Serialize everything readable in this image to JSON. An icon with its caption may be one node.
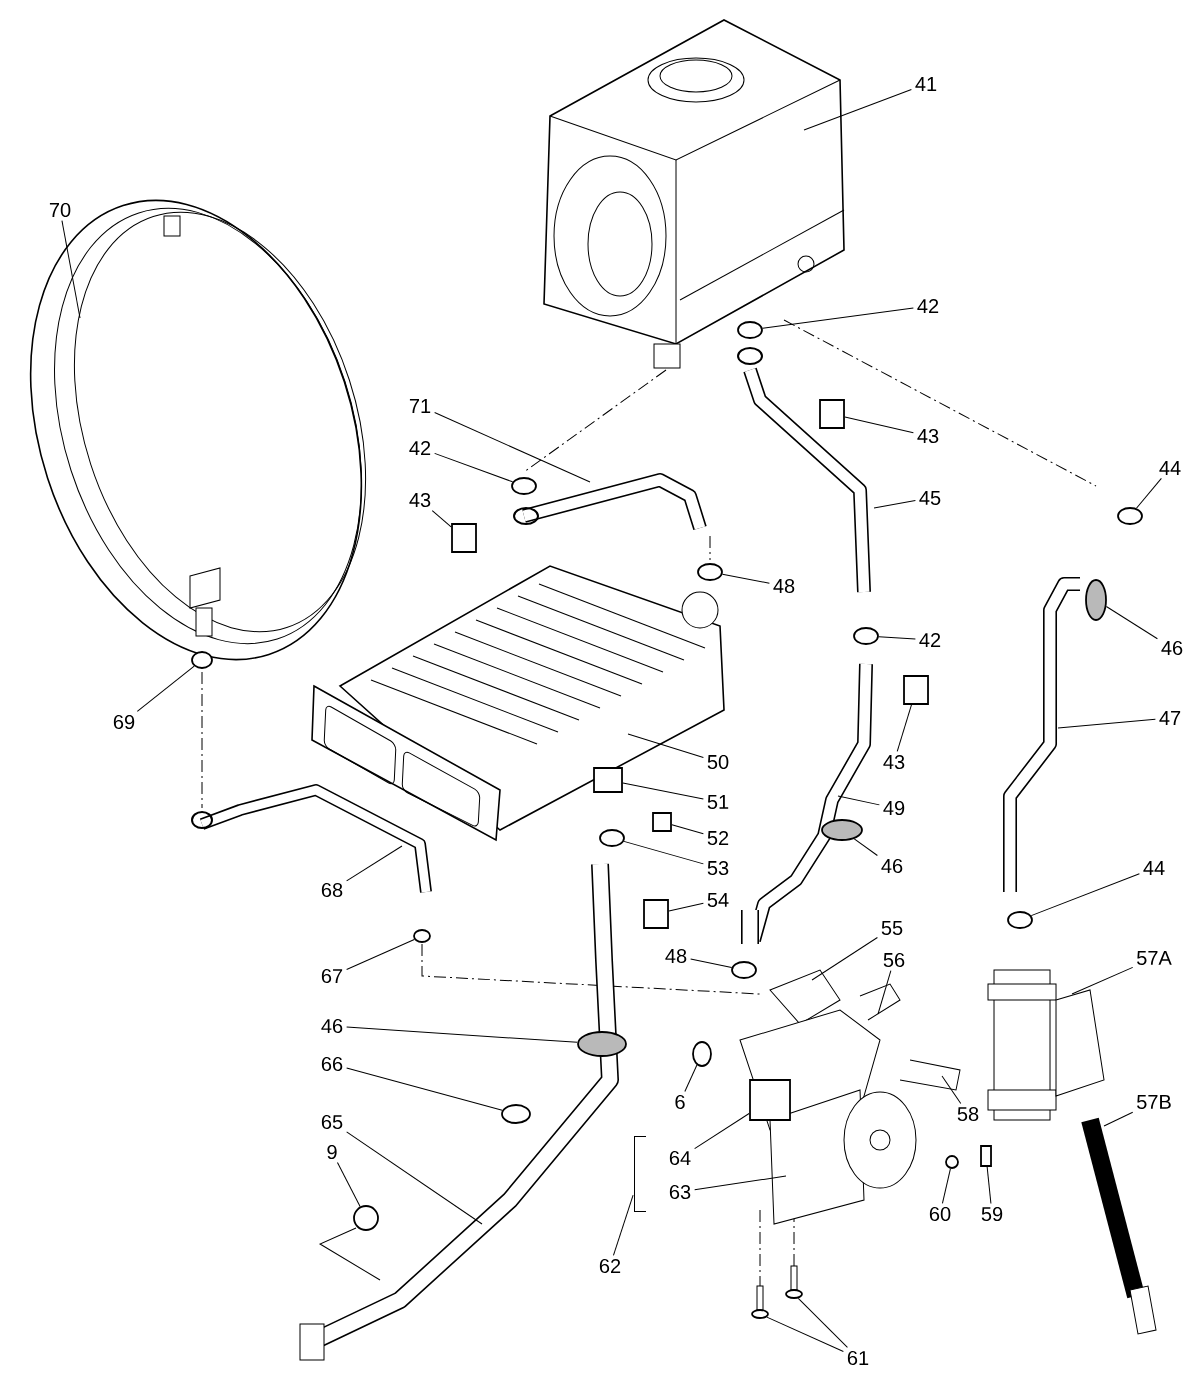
{
  "diagram": {
    "nodes": [
      {
        "text": [
          "41"
        ]
      },
      {
        "text": [
          "70"
        ]
      },
      {
        "text": [
          "42"
        ]
      },
      {
        "text": [
          "71"
        ]
      },
      {
        "text": [
          "43"
        ]
      },
      {
        "text": [
          "42"
        ]
      },
      {
        "text": [
          "44"
        ]
      },
      {
        "text": [
          "45"
        ]
      },
      {
        "text": [
          "43"
        ]
      },
      {
        "text": [
          "48"
        ]
      },
      {
        "text": [
          "42"
        ]
      },
      {
        "text": [
          "46"
        ]
      },
      {
        "text": [
          "69"
        ]
      },
      {
        "text": [
          "47"
        ]
      },
      {
        "text": [
          "50"
        ]
      },
      {
        "text": [
          "43"
        ]
      },
      {
        "text": [
          "51"
        ]
      },
      {
        "text": [
          "49"
        ]
      },
      {
        "text": [
          "52"
        ]
      },
      {
        "text": [
          "53"
        ]
      },
      {
        "text": [
          "46"
        ]
      },
      {
        "text": [
          "44"
        ]
      },
      {
        "text": [
          "68"
        ]
      },
      {
        "text": [
          "54"
        ]
      },
      {
        "text": [
          "55"
        ]
      },
      {
        "text": [
          "57A"
        ]
      },
      {
        "text": [
          "48"
        ]
      },
      {
        "text": [
          "56"
        ]
      },
      {
        "text": [
          "67"
        ]
      },
      {
        "text": [
          "46"
        ]
      },
      {
        "text": [
          "66"
        ]
      },
      {
        "text": [
          "6"
        ]
      },
      {
        "text": [
          "57B"
        ]
      },
      {
        "text": [
          "58"
        ]
      },
      {
        "text": [
          "65"
        ]
      },
      {
        "text": [
          "9"
        ]
      },
      {
        "text": [
          "64"
        ]
      },
      {
        "text": [
          "63"
        ]
      },
      {
        "text": [
          "60"
        ]
      },
      {
        "text": [
          "59"
        ]
      },
      {
        "text": [
          "62"
        ]
      },
      {
        "text": [
          "61"
        ]
      },
      {
        "text": [],
        "shape": "circle"
      },
      {
        "text": [],
        "shape": "box"
      },
      {
        "text": [],
        "shape": "circle"
      },
      {
        "text": [],
        "shape": "circle"
      },
      {
        "text": [],
        "shape": "box"
      },
      {
        "text": [],
        "shape": "circle"
      },
      {
        "text": [],
        "shape": "circle"
      },
      {
        "text": [],
        "shape": "circle"
      },
      {
        "text": [],
        "shape": "circle"
      },
      {
        "text": [],
        "shape": "box"
      },
      {
        "text": [],
        "shape": "box"
      },
      {
        "text": [],
        "shape": "box"
      },
      {
        "text": [],
        "shape": "circle"
      },
      {
        "text": [],
        "shape": "circle"
      },
      {
        "text": [],
        "shape": "circle"
      },
      {
        "text": [],
        "shape": "box"
      },
      {
        "text": [],
        "shape": "circle"
      },
      {
        "text": [],
        "shape": "circle"
      },
      {
        "text": [],
        "shape": "circle"
      },
      {
        "text": [],
        "shape": "circle"
      },
      {
        "text": [],
        "shape": "circle"
      },
      {
        "text": [],
        "shape": "circle"
      },
      {
        "text": [],
        "shape": "circle"
      },
      {
        "text": [],
        "shape": "circle"
      },
      {
        "text": [],
        "shape": "box"
      },
      {
        "text": [],
        "shape": "circle"
      },
      {
        "text": [],
        "shape": "box"
      },
      {
        "text": [],
        "shape": "bracket"
      }
    ],
    "edges": [
      {
        "from": 0,
        "to": null,
        "arrow": "none"
      },
      {
        "from": 1,
        "to": null,
        "arrow": "none"
      },
      {
        "from": 2,
        "to": 42,
        "arrow": "none"
      },
      {
        "from": 3,
        "to": null,
        "arrow": "none"
      },
      {
        "from": 4,
        "to": 43,
        "arrow": "none"
      },
      {
        "from": 5,
        "to": 44,
        "arrow": "none"
      },
      {
        "from": 6,
        "to": 45,
        "arrow": "none"
      },
      {
        "from": 7,
        "to": null,
        "arrow": "none"
      },
      {
        "from": 8,
        "to": 46,
        "arrow": "none"
      },
      {
        "from": 9,
        "to": 47,
        "arrow": "none"
      },
      {
        "from": 10,
        "to": 48,
        "arrow": "none"
      },
      {
        "from": 11,
        "to": 49,
        "arrow": "none"
      },
      {
        "from": 12,
        "to": 50,
        "arrow": "none"
      },
      {
        "from": 13,
        "to": null,
        "arrow": "none"
      },
      {
        "from": 14,
        "to": null,
        "arrow": "none"
      },
      {
        "from": 15,
        "to": 51,
        "arrow": "none"
      },
      {
        "from": 16,
        "to": 52,
        "arrow": "none"
      },
      {
        "from": 17,
        "to": null,
        "arrow": "none"
      },
      {
        "from": 18,
        "to": 53,
        "arrow": "none"
      },
      {
        "from": 19,
        "to": 54,
        "arrow": "none"
      },
      {
        "from": 20,
        "to": 55,
        "arrow": "none"
      },
      {
        "from": 21,
        "to": 56,
        "arrow": "none"
      },
      {
        "from": 22,
        "to": null,
        "arrow": "none"
      },
      {
        "from": 23,
        "to": 57,
        "arrow": "none"
      },
      {
        "from": 24,
        "to": null,
        "arrow": "none"
      },
      {
        "from": 25,
        "to": null,
        "arrow": "none"
      },
      {
        "from": 26,
        "to": 58,
        "arrow": "none"
      },
      {
        "from": 27,
        "to": null,
        "arrow": "none"
      },
      {
        "from": 28,
        "to": 59,
        "arrow": "none"
      },
      {
        "from": 29,
        "to": 60,
        "arrow": "none"
      },
      {
        "from": 30,
        "to": 67,
        "arrow": "none"
      },
      {
        "from": 31,
        "to": 61,
        "arrow": "none"
      },
      {
        "from": 32,
        "to": null,
        "arrow": "none"
      },
      {
        "from": 33,
        "to": null,
        "arrow": "none"
      },
      {
        "from": 34,
        "to": null,
        "arrow": "none"
      },
      {
        "from": 35,
        "to": 62,
        "arrow": "none"
      },
      {
        "from": 36,
        "to": 68,
        "arrow": "none"
      },
      {
        "from": 37,
        "to": null,
        "arrow": "none"
      },
      {
        "from": 38,
        "to": 65,
        "arrow": "none"
      },
      {
        "from": 39,
        "to": 66,
        "arrow": "none"
      },
      {
        "from": 40,
        "to": 69,
        "arrow": "none"
      },
      {
        "from": 41,
        "to": 63,
        "arrow": "none"
      },
      {
        "from": 41,
        "to": 64,
        "arrow": "none"
      }
    ]
  }
}
